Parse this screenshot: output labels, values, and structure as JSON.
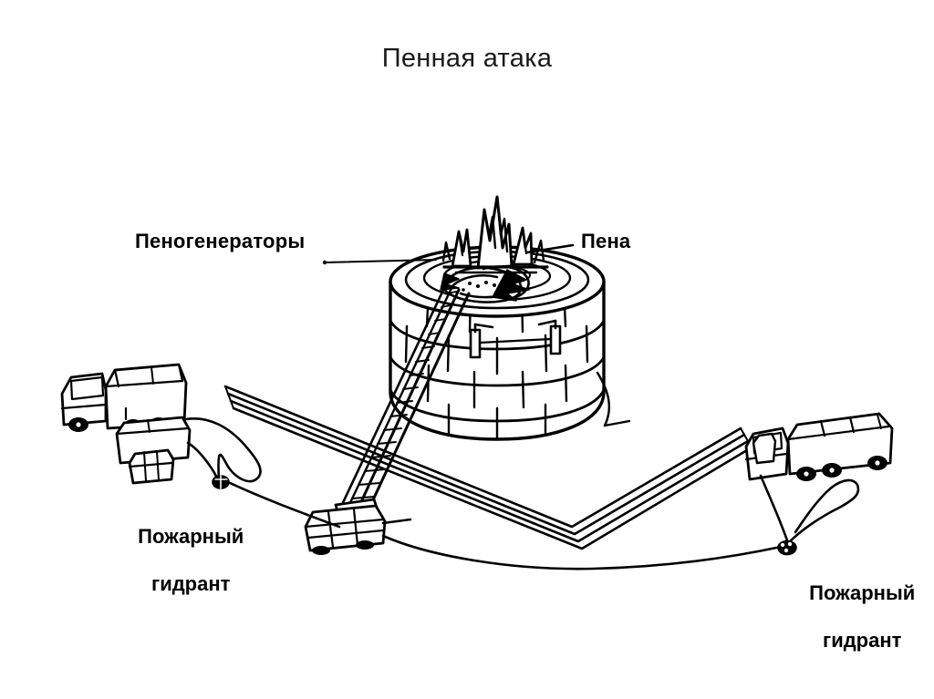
{
  "document": {
    "title": "Пенная атака",
    "background_color": "#ffffff",
    "ink_color": "#000000"
  },
  "labels": {
    "foam_generators": "Пеногенераторы",
    "foam": "Пена",
    "hydrant_left_line1": "Пожарный",
    "hydrant_left_line2": "гидрант",
    "hydrant_right_line1": "Пожарный",
    "hydrant_right_line2": "гидрант"
  },
  "scene": {
    "tank": {
      "name": "burning-storage-tank",
      "description": "Цилиндрический резервуар с горящим покрытием",
      "courses": 4,
      "roof_rings": 4,
      "fittings": 2
    },
    "fire": {
      "name": "flames",
      "description": "Пламя над резервуаром",
      "spikes": 6
    },
    "foam_blanket": {
      "name": "foam-layer",
      "description": "Слой пены на поверхности горючего"
    },
    "ladder": {
      "name": "telescopic-boom-ladder",
      "description": "Выдвижная лестница подъёмника к борту резервуара"
    },
    "vehicles": [
      {
        "name": "tanker-truck-left",
        "description": "Автоцистерна слева"
      },
      {
        "name": "pump-unit-left",
        "description": "Насосная установка слева"
      },
      {
        "name": "aerial-platform-center",
        "description": "Автоподъёмник в центре"
      },
      {
        "name": "tanker-truck-right",
        "description": "Автоцистерна справа"
      }
    ],
    "hydrants": [
      {
        "name": "hydrant-left",
        "label": "Пожарный гидрант"
      },
      {
        "name": "hydrant-right",
        "label": "Пожарный гидрант"
      }
    ],
    "road": {
      "name": "dike-road-lines",
      "description": "Обвалование / дорога, изображённая параллельными линиями",
      "line_count": 4,
      "bend": "V-образный изгиб справа"
    },
    "hoses": {
      "name": "hose-lines",
      "description": "Рукавные линии от гидрантов к автоцистернам и подъёмнику"
    }
  }
}
